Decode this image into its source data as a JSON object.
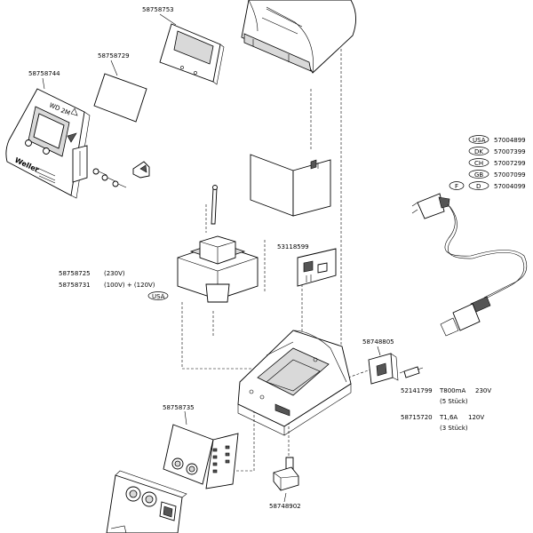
{
  "parts": {
    "display_panel": "58758753",
    "film": "58758729",
    "front_panel": "58758744",
    "transformer_1": "58758725",
    "transformer_1_note": "(230V)",
    "transformer_2": "58758731",
    "transformer_2_note": "(100V) + (120V)",
    "transformer_2_region": "USA",
    "pcb": "53118599",
    "socket": "58748805",
    "fuse_1": "52141799",
    "fuse_1_spec": "T800mA",
    "fuse_1_voltage": "230V",
    "fuse_1_qty": "(5 Stück)",
    "fuse_2": "58715720",
    "fuse_2_spec": "T1,6A",
    "fuse_2_voltage": "120V",
    "fuse_2_qty": "(3 Stück)",
    "control_board": "58758735",
    "knob": "58748902"
  },
  "front_panel_text": {
    "wd": "WD",
    "zm": "2M",
    "brand": "Weller"
  },
  "cables": [
    {
      "country": "USA",
      "code": "57004899"
    },
    {
      "country": "DK",
      "code": "57007399"
    },
    {
      "country": "CH",
      "code": "57007299"
    },
    {
      "country": "GB",
      "code": "57007099"
    },
    {
      "country": "F",
      "country2": "D",
      "code": "57004099"
    }
  ]
}
